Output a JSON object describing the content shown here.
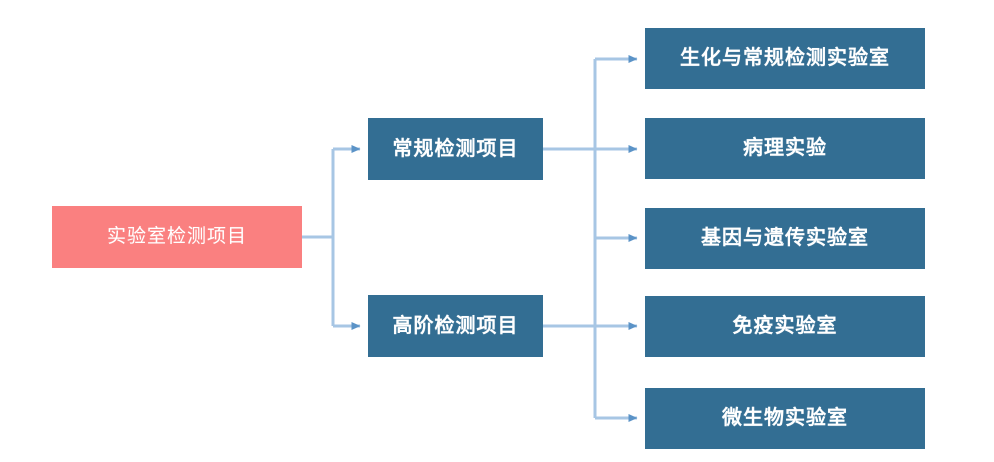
{
  "diagram": {
    "type": "tree-hierarchy",
    "orientation": "left-to-right",
    "colors": {
      "root_fill": "#FA8080",
      "node_fill": "#336E93",
      "connector": "#8EB4DC",
      "text": "#FFFFFF",
      "background": "#FFFFFF"
    },
    "root": {
      "label": "实验室检测项目"
    },
    "branches": [
      {
        "label": "常规检测项目",
        "children": [
          "生化与常规检测实验室",
          "病理实验",
          "基因与遗传实验室"
        ]
      },
      {
        "label": "高阶检测项目",
        "children": [
          "免疫实验室",
          "微生物实验室"
        ]
      }
    ],
    "leaves": [
      {
        "label": "生化与常规检测实验室"
      },
      {
        "label": "病理实验"
      },
      {
        "label": "基因与遗传实验室"
      },
      {
        "label": "免疫实验室"
      },
      {
        "label": "微生物实验室"
      }
    ]
  }
}
